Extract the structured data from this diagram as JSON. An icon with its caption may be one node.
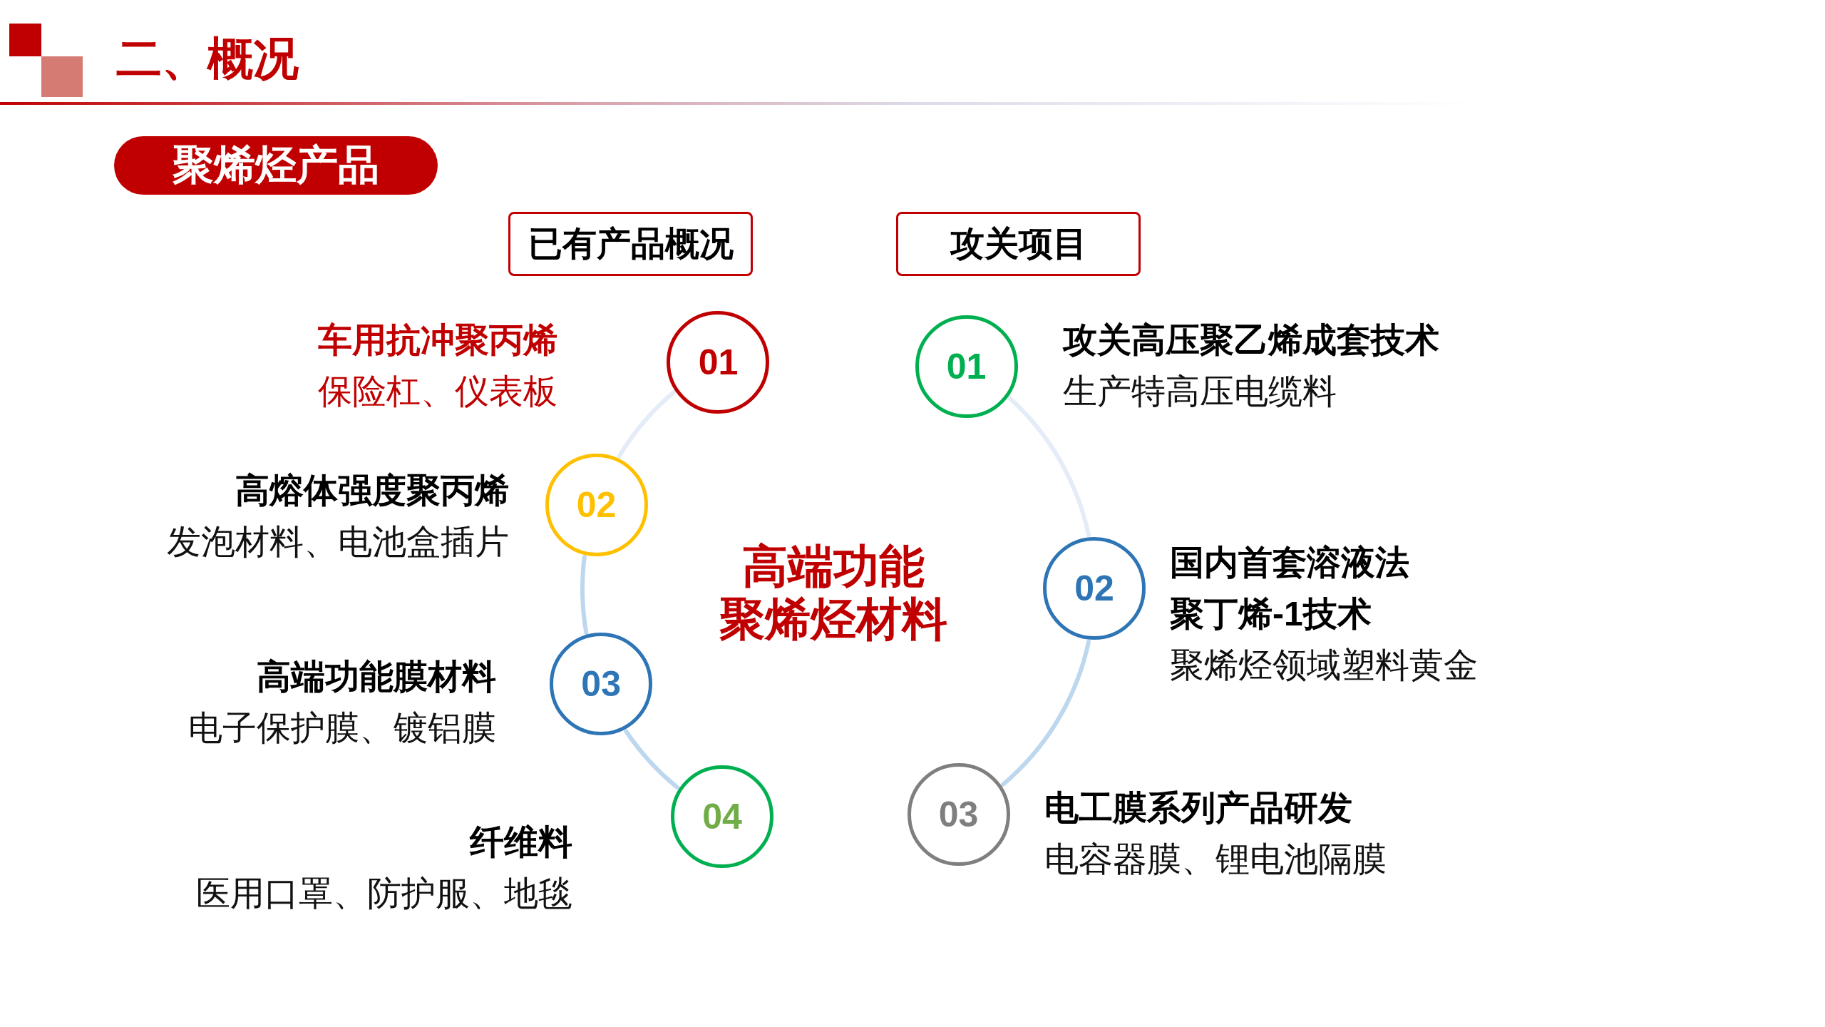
{
  "diagram": {
    "title": "二、概况",
    "nodes": [
      {
        "text": [
          "聚烯烃产品"
        ]
      },
      {
        "text": [
          "已有产品概况"
        ]
      },
      {
        "text": [
          "攻关项目"
        ]
      },
      {
        "text": [
          "01"
        ],
        "beside": [
          "车用抗冲聚丙烯",
          "保险杠、仪表板"
        ]
      },
      {
        "text": [
          "02"
        ],
        "beside": [
          "高熔体强度聚丙烯",
          "发泡材料、电池盒插片"
        ]
      },
      {
        "text": [
          "03"
        ],
        "beside": [
          "高端功能膜材料",
          "电子保护膜、镀铝膜"
        ]
      },
      {
        "text": [
          "04"
        ],
        "beside": [
          "纤维料",
          "医用口罩、防护服、地毯"
        ]
      },
      {
        "text": [
          "01"
        ],
        "beside": [
          "攻关高压聚乙烯成套技术",
          "生产特高压电缆料"
        ]
      },
      {
        "text": [
          "02"
        ],
        "beside": [
          "国内首套溶液法聚丁烯-1技术",
          "聚烯烃领域塑料黄金"
        ]
      },
      {
        "text": [
          "03"
        ],
        "beside": [
          "电工膜系列产品研发",
          "电容器膜、锂电池隔膜"
        ]
      }
    ],
    "edges": [
      {
        "from": 3,
        "to": 4,
        "arrow": "none",
        "color": "#e3ecf7"
      },
      {
        "from": 4,
        "to": 5,
        "arrow": "none"
      },
      {
        "from": 5,
        "to": 6,
        "arrow": "none"
      },
      {
        "from": 7,
        "to": 8,
        "arrow": "none",
        "color": "#e3ecf7"
      },
      {
        "from": 8,
        "to": 9,
        "arrow": "none"
      }
    ],
    "labels": [
      "高端功能聚烯烃材料"
    ]
  }
}
